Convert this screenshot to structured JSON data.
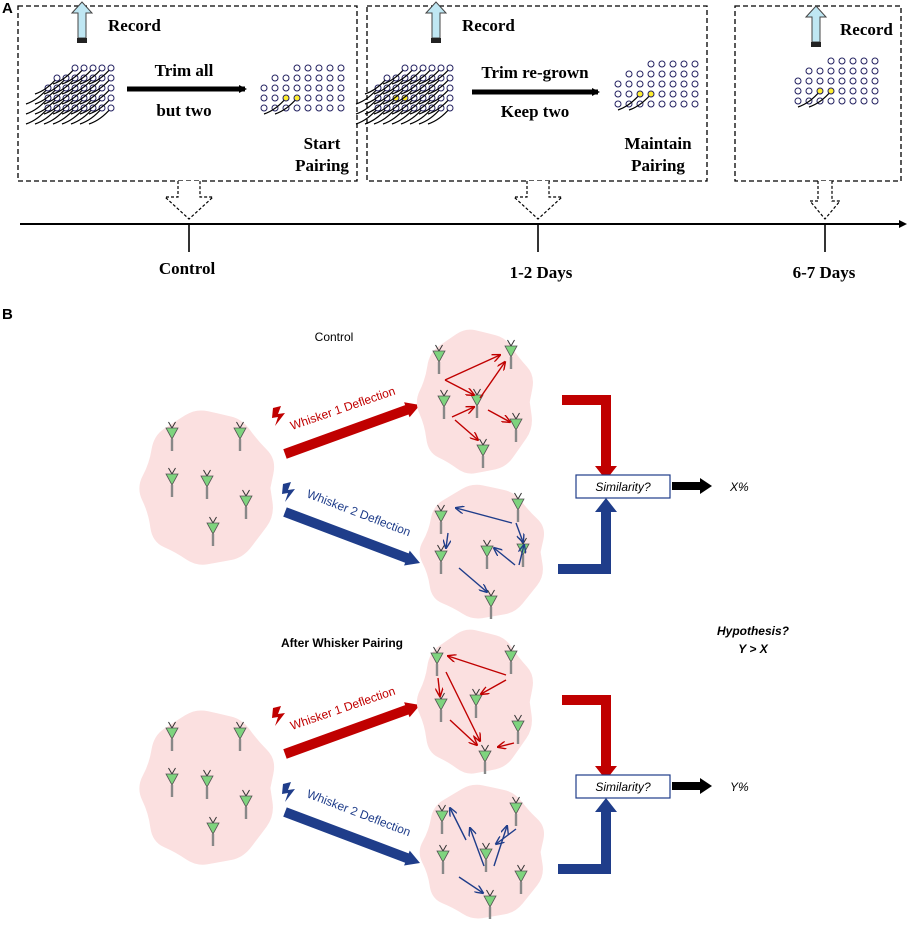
{
  "panel_a": {
    "label": "A",
    "boxes": [
      {
        "record": "Record",
        "action_top": "Trim all",
        "action_bottom": "but two",
        "note_1": "Start",
        "note_2": "Pairing"
      },
      {
        "record": "Record",
        "action_top": "Trim re-grown",
        "action_bottom": "Keep two",
        "note_1": "Maintain",
        "note_2": "Pairing"
      },
      {
        "record": "Record"
      }
    ],
    "timeline": [
      "Control",
      "1-2 Days",
      "6-7 Days"
    ]
  },
  "panel_b": {
    "label": "B",
    "sections": [
      {
        "title": "Control",
        "whisker1": "Whisker 1 Deflection",
        "whisker2": "Whisker 2 Deflection",
        "similarity": "Similarity?",
        "result": "X%"
      },
      {
        "title": "After Whisker Pairing",
        "whisker1": "Whisker 1 Deflection",
        "whisker2": "Whisker 2 Deflection",
        "similarity": "Similarity?",
        "result": "Y%"
      }
    ],
    "hypothesis_1": "Hypothesis?",
    "hypothesis_2": "Y > X"
  },
  "colors": {
    "red": "#c00000",
    "blue": "#1f3d8a",
    "blob": "#fbe0e0",
    "neuron": "#7ed47e",
    "highlight": "#ffef30",
    "dot": "#222060"
  }
}
